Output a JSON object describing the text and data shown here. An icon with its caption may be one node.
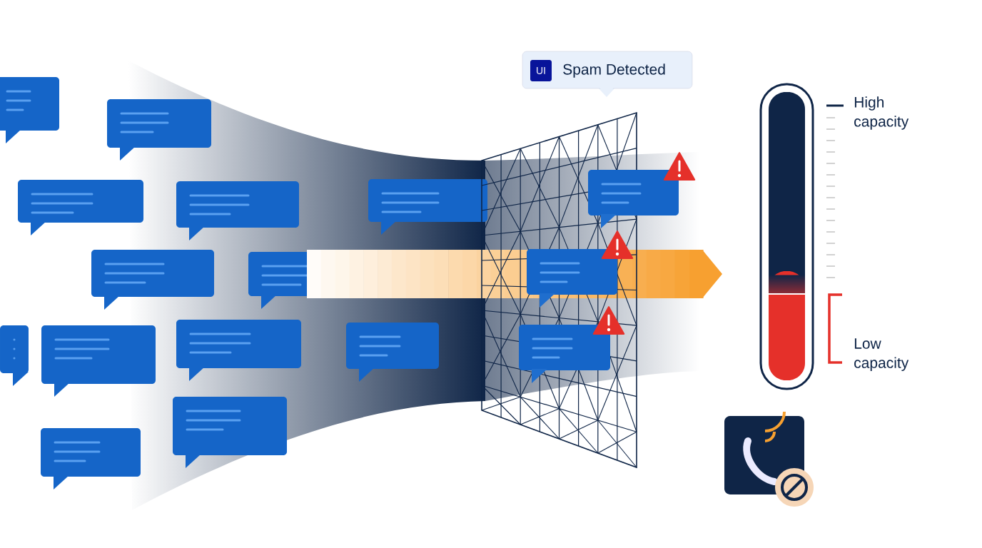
{
  "diagram": {
    "nodes": [
      {
        "text": [
          "UI",
          "Spam Detected"
        ]
      }
    ],
    "labels": [
      "High capacity",
      "Low capacity"
    ]
  }
}
